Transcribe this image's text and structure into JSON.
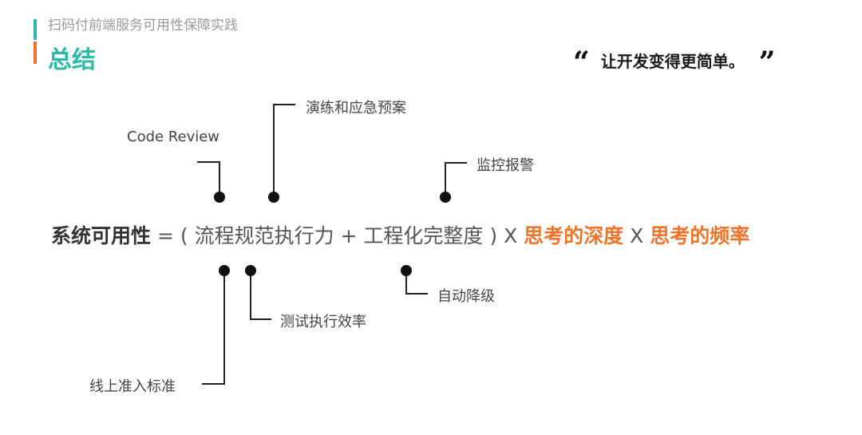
{
  "header": {
    "subtitle": "扫码付前端服务可用性保障实践",
    "title": "总结"
  },
  "quote": {
    "open_mark": "“",
    "text": "让开发变得更简单。",
    "close_mark": "”"
  },
  "formula": {
    "subject": "系统可用性",
    "equals": " = ( ",
    "factor_1": "流程规范执行力",
    "plus": " + ",
    "factor_2": "工程化完整度",
    "close_paren": " ) ",
    "times_1": "X ",
    "depth": "思考的深度",
    "times_2": " X ",
    "frequency": "思考的频率"
  },
  "annotations": {
    "code_review": "Code Review",
    "drills": "演练和应急预案",
    "monitoring": "监控报警",
    "online_admission": "线上准入标准",
    "test_efficiency": "测试执行效率",
    "auto_degrade": "自动降级"
  },
  "colors": {
    "teal": "#2cb9a9",
    "orange": "#f2742b",
    "line": "#222222"
  }
}
